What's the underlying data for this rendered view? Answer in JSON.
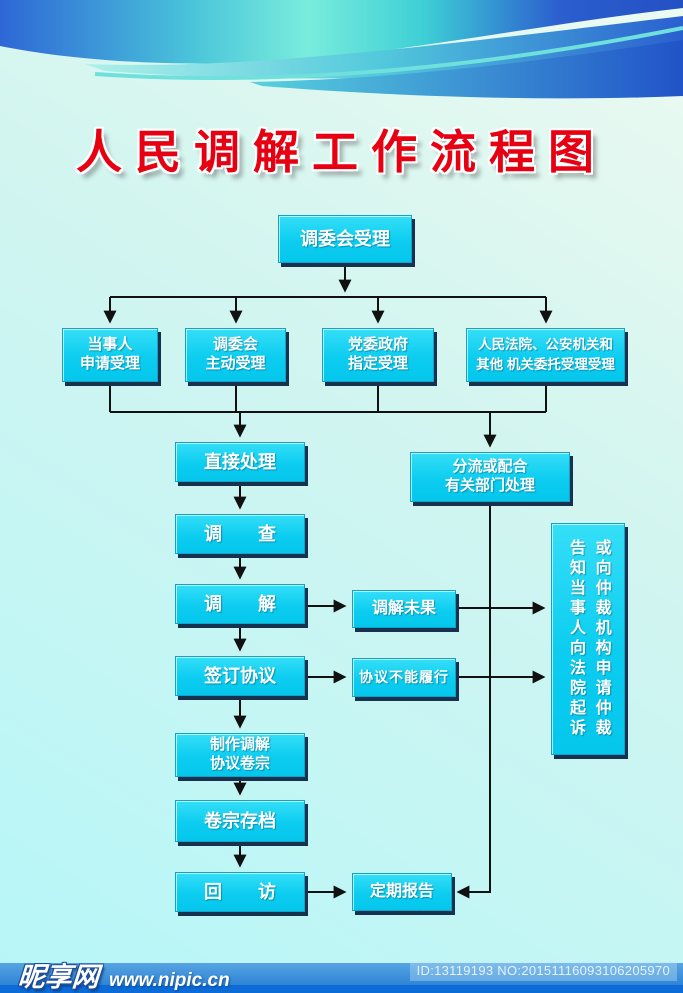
{
  "poster": {
    "title": "人民调解工作流程图"
  },
  "flowchart": {
    "boxes": {
      "accept": {
        "label": "调委会受理"
      },
      "party_apply": {
        "line1": "当事人",
        "line2": "申请受理"
      },
      "committee_initiative": {
        "line1": "调委会",
        "line2": "主动受理"
      },
      "gov_assign": {
        "line1": "党委政府",
        "line2": "指定受理"
      },
      "court_entrust": {
        "line1": "人民法院、公安机关和",
        "line2": "其他 机关委托受理受理"
      },
      "direct_handle": {
        "label": "直接处理"
      },
      "divert": {
        "line1": "分流或配合",
        "line2": "有关部门处理"
      },
      "investigate": {
        "label": "调　　查"
      },
      "mediate": {
        "label": "调　　解"
      },
      "mediation_failed": {
        "label": "调解未果"
      },
      "sign_agreement": {
        "label": "签订协议"
      },
      "agreement_not_performed": {
        "label": "协议不能履行"
      },
      "make_file": {
        "line1": "制作调解",
        "line2": "协议卷宗"
      },
      "archive": {
        "label": "卷宗存档"
      },
      "follow_up": {
        "label": "回　　访"
      },
      "regular_report": {
        "label": "定期报告"
      },
      "inform": {
        "col1": "告知当事人向法院起诉",
        "col2": "或向仲裁机构申请仲裁"
      }
    }
  },
  "footer": {
    "site_name": "昵享网",
    "site_url": "www.nipic.cn",
    "image_id": "ID:13119193 NO:20151116093106205970"
  },
  "colors": {
    "title_red": "#e60012",
    "box_cyan": "#0ccdf0",
    "box_shadow_navy": "#16324e",
    "connector_black": "#111111",
    "footer_bar_blue": "#2e84d6",
    "footer_strip_blue": "#0c6bd6",
    "background_cyan": "#c9f2f2"
  }
}
